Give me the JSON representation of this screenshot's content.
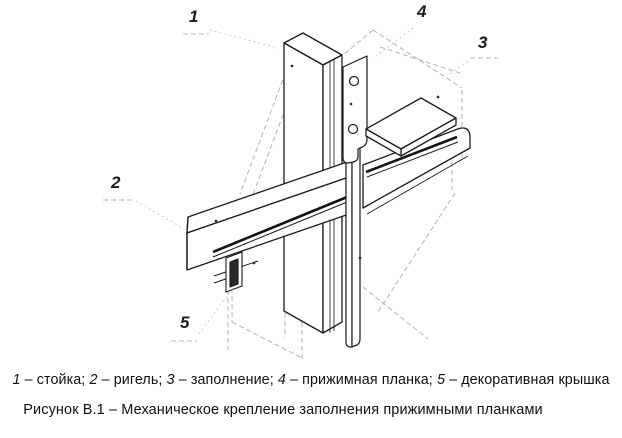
{
  "figure": {
    "title": "Рисунок В.1 – Механическое крепление заполнения прижимными планками"
  },
  "legend": {
    "items": [
      {
        "num": "1",
        "label": " – стойка; "
      },
      {
        "num": "2",
        "label": " – ригель; "
      },
      {
        "num": "3",
        "label": " – заполнение; "
      },
      {
        "num": "4",
        "label": " – прижимная планка; "
      },
      {
        "num": "5",
        "label": " – декоративная крышка"
      }
    ]
  },
  "callouts": {
    "n1": "1",
    "n2": "2",
    "n3": "3",
    "n4": "4",
    "n5": "5"
  },
  "colors": {
    "line": "#1b1b1b",
    "hidden_line": "#b4b4b4",
    "background": "#ffffff"
  }
}
